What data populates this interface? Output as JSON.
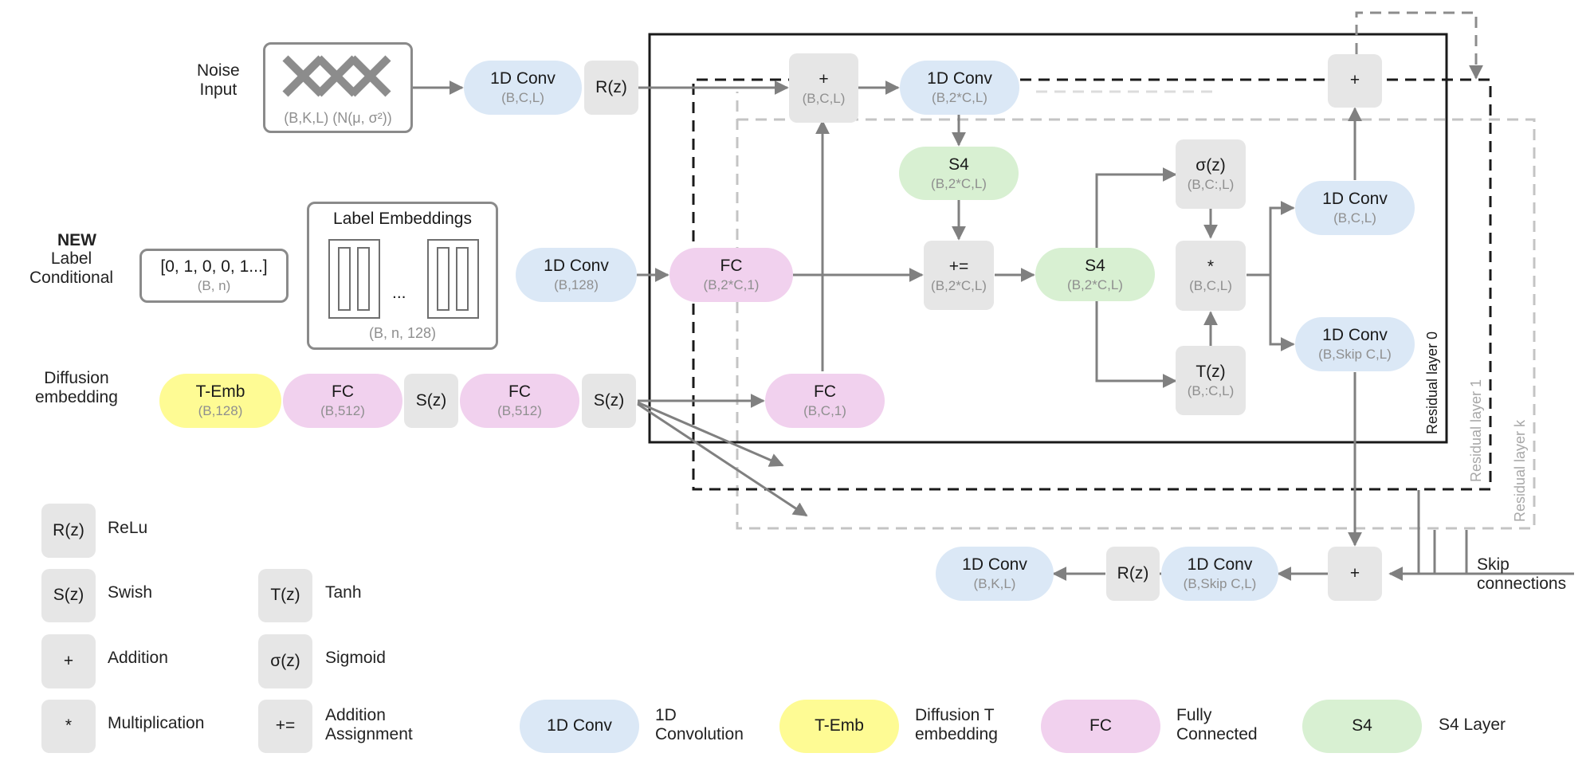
{
  "inputs": {
    "noise_label": "Noise\nInput",
    "noise_shape": "(B,K,L) (N(μ, σ²))",
    "new_label": "NEW",
    "label_conditional": "Label\nConditional",
    "label_vector": "[0, 1, 0, 0, 1...]",
    "label_vector_shape": "(B, n)",
    "label_embeddings_title": "Label Embeddings",
    "label_embeddings_ellipsis": "...",
    "label_embeddings_shape": "(B, n, 128)",
    "diffusion_label": "Diffusion\nembedding"
  },
  "nodes": {
    "conv_in": {
      "title": "1D Conv",
      "shape": "(B,C,L)"
    },
    "relu_in": {
      "title": "R(z)"
    },
    "conv_label": {
      "title": "1D Conv",
      "shape": "(B,128)"
    },
    "fc_label": {
      "title": "FC",
      "shape": "(B,2*C,1)"
    },
    "temb": {
      "title": "T-Emb",
      "shape": "(B,128)"
    },
    "fc1": {
      "title": "FC",
      "shape": "(B,512)"
    },
    "swish1": {
      "title": "S(z)"
    },
    "fc2": {
      "title": "FC",
      "shape": "(B,512)"
    },
    "swish2": {
      "title": "S(z)"
    },
    "fc_diff": {
      "title": "FC",
      "shape": "(B,C,1)"
    },
    "add1": {
      "title": "+",
      "shape": "(B,C,L)"
    },
    "conv_res": {
      "title": "1D Conv",
      "shape": "(B,2*C,L)"
    },
    "s4_a": {
      "title": "S4",
      "shape": "(B,2*C,L)"
    },
    "addassign": {
      "title": "+=",
      "shape": "(B,2*C,L)"
    },
    "s4_b": {
      "title": "S4",
      "shape": "(B,2*C,L)"
    },
    "sigmoid": {
      "title": "σ(z)",
      "shape": "(B,C:,L)"
    },
    "mult": {
      "title": "*",
      "shape": "(B,C,L)"
    },
    "tanh": {
      "title": "T(z)",
      "shape": "(B,:C,L)"
    },
    "conv_res_out": {
      "title": "1D Conv",
      "shape": "(B,C,L)"
    },
    "conv_skip": {
      "title": "1D Conv",
      "shape": "(B,Skip C,L)"
    },
    "add_res": {
      "title": "+"
    },
    "add_skip": {
      "title": "+"
    },
    "conv_skip2": {
      "title": "1D Conv",
      "shape": "(B,Skip C,L)"
    },
    "relu_out": {
      "title": "R(z)"
    },
    "conv_out": {
      "title": "1D Conv",
      "shape": "(B,K,L)"
    }
  },
  "frames": {
    "layer0": "Residual layer 0",
    "layer1": "Residual layer 1",
    "layerk": "Residual layer k",
    "skip": "Skip\nconnections"
  },
  "legend": {
    "ops": [
      {
        "symbol": "R(z)",
        "text": "ReLu"
      },
      {
        "symbol": "S(z)",
        "text": "Swish"
      },
      {
        "symbol": "+",
        "text": "Addition"
      },
      {
        "symbol": "*",
        "text": "Multiplication"
      },
      {
        "symbol": "T(z)",
        "text": "Tanh"
      },
      {
        "symbol": "σ(z)",
        "text": "Sigmoid"
      },
      {
        "symbol": "+=",
        "text": "Addition\nAssignment"
      }
    ],
    "blocks": [
      {
        "symbol": "1D Conv",
        "text": "1D\nConvolution",
        "color": "#dbe8f6"
      },
      {
        "symbol": "T-Emb",
        "text": "Diffusion T\nembedding",
        "color": "#fefb94"
      },
      {
        "symbol": "FC",
        "text": "Fully\nConnected",
        "color": "#f1d1ee"
      },
      {
        "symbol": "S4",
        "text": "S4 Layer",
        "color": "#d8f0d2"
      }
    ]
  },
  "colors": {
    "conv": "#dbe8f6",
    "fc": "#f1d1ee",
    "s4": "#d8f0d2",
    "temb": "#fefb94",
    "op": "#e6e6e6",
    "wire": "#808080"
  }
}
